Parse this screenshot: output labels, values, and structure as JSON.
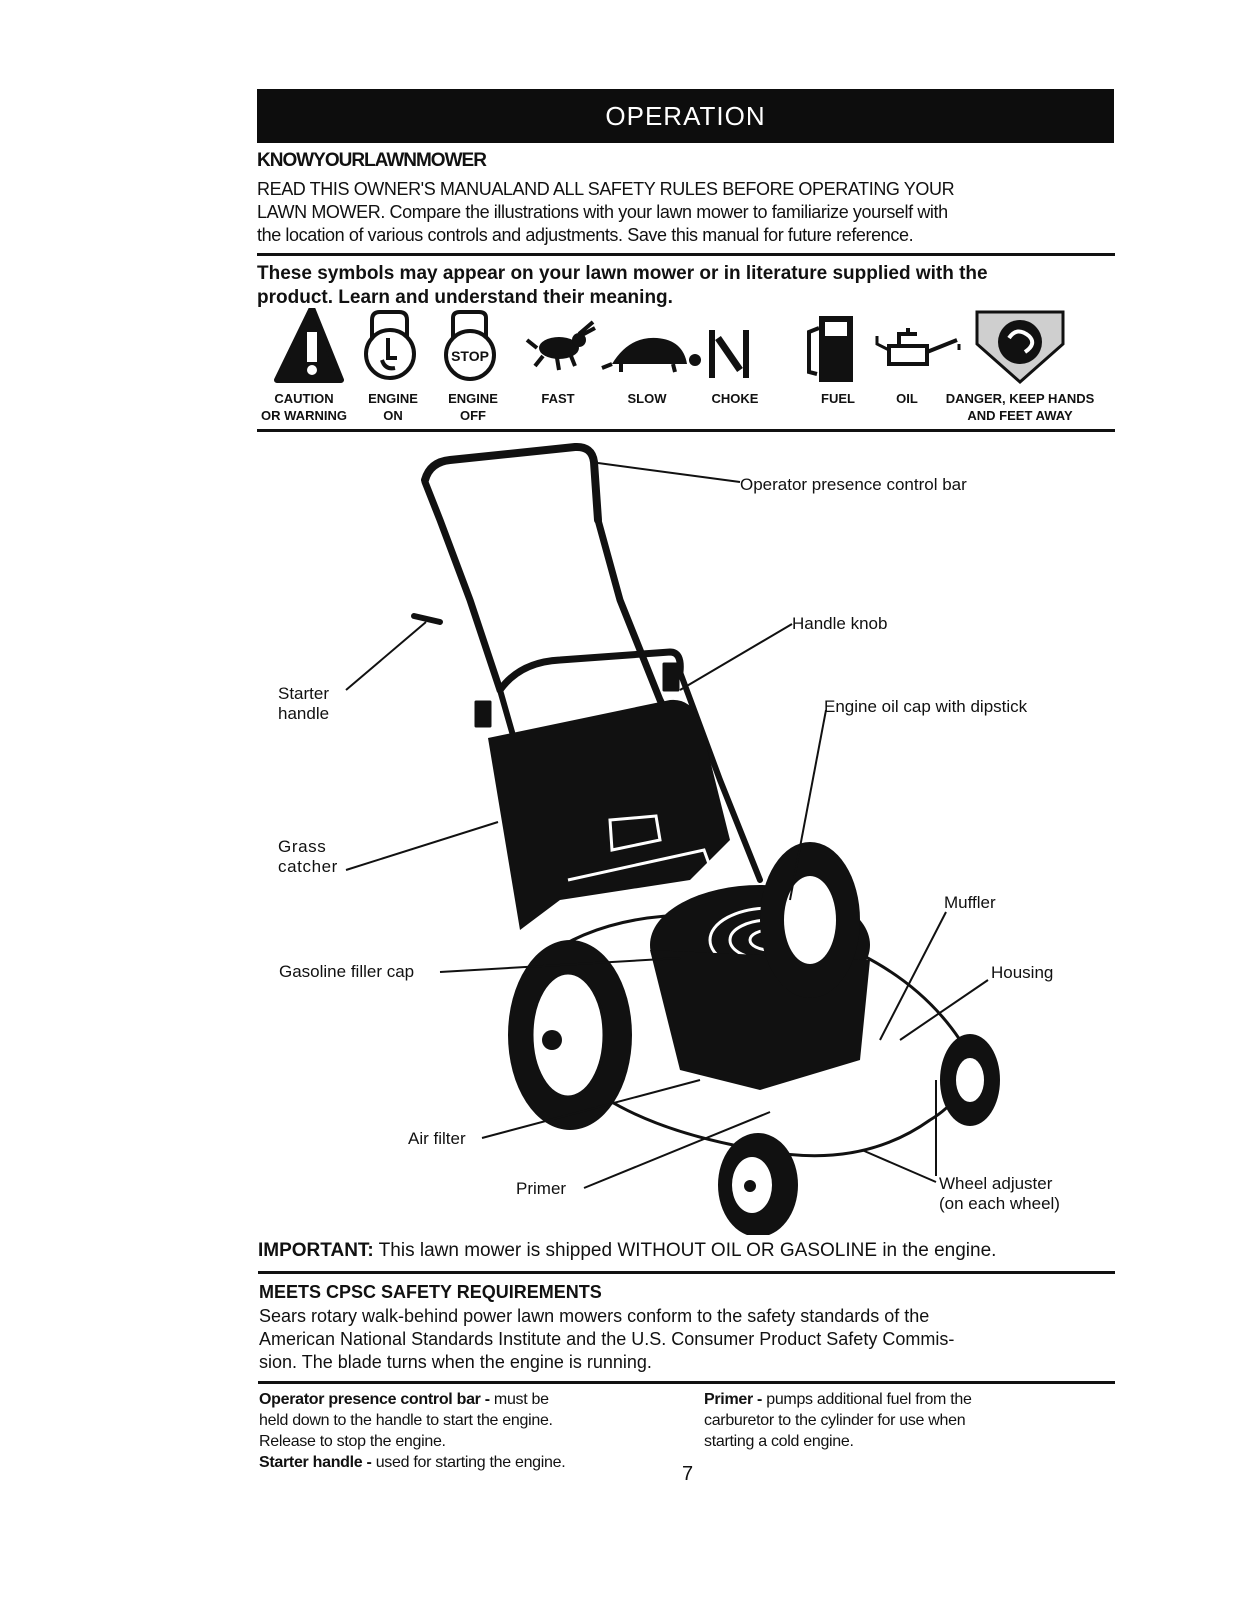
{
  "banner": "OPERATION",
  "know": {
    "heading": "KNOWYOURLAWNMOWER",
    "lines": [
      "READ THIS OWNER'S MANUALAND ALL SAFETY RULES BEFORE OPERATING YOUR",
      "LAWN MOWER.  Compare the illustrations with your lawn mower to familiarize yourself with",
      "the location of various controls and adjustments.  Save this manual for future reference."
    ]
  },
  "symbols": {
    "heading_lines": [
      "These symbols may appear on your lawn mower or in literature supplied with the",
      "product.  Learn and understand their meaning."
    ],
    "stop_text": "STOP",
    "labels": [
      {
        "l1": "CAUTION",
        "l2": "OR WARNING"
      },
      {
        "l1": "ENGINE",
        "l2": "ON"
      },
      {
        "l1": "ENGINE",
        "l2": "OFF"
      },
      {
        "l1": "FAST",
        "l2": ""
      },
      {
        "l1": "SLOW",
        "l2": ""
      },
      {
        "l1": "CHOKE",
        "l2": ""
      },
      {
        "l1": "FUEL",
        "l2": ""
      },
      {
        "l1": "OIL",
        "l2": ""
      },
      {
        "l1": "DANGER, KEEP HANDS",
        "l2": "AND FEET AWAY"
      }
    ]
  },
  "callouts": {
    "operator_bar": "Operator presence control bar",
    "handle_knob": "Handle knob",
    "starter_1": "Starter",
    "starter_2": "handle",
    "oil_cap": "Engine oil cap with dipstick",
    "grass_1": "Grass",
    "grass_2": "catcher",
    "muffler": "Muffler",
    "gas_cap": "Gasoline filler cap",
    "housing": "Housing",
    "air_filter": "Air filter",
    "primer": "Primer",
    "wheel_1": "Wheel adjuster",
    "wheel_2": "(on each wheel)"
  },
  "important": {
    "label": "IMPORTANT:",
    "text": " This lawn mower is shipped WITHOUT OIL OR GASOLINE in the engine."
  },
  "cpsc": {
    "heading": "MEETS CPSC SAFETY REQUIREMENTS",
    "lines": [
      "Sears rotary walk-behind power lawn mowers conform to the safety standards of the",
      "American National Standards Institute and the U.S. Consumer Product Safety Commis-",
      "sion.  The blade turns when the engine is running."
    ]
  },
  "definitions": {
    "operator_term": "Operator presence control bar -",
    "operator_l1": " must be",
    "operator_l2": "held down to the handle to start the engine.",
    "operator_l3": "Release to stop the engine.",
    "starter_term": "Starter handle -",
    "starter_text": " used for starting the engine.",
    "primer_term": "Primer -",
    "primer_l1": " pumps additional fuel from the",
    "primer_l2": "carburetor to the cylinder for use when",
    "primer_l3": "starting a cold engine."
  },
  "page_number": "7"
}
